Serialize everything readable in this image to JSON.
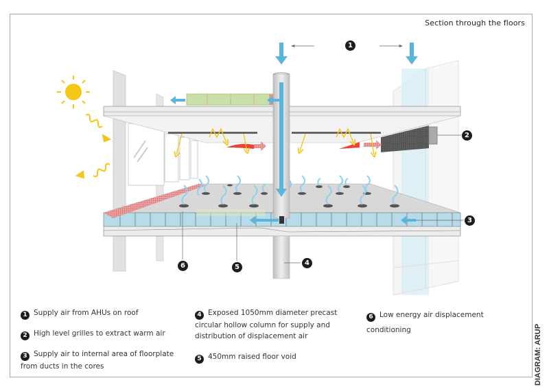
{
  "title": "Section through the floors",
  "credit": "DIAGRAM: ARUP",
  "callouts": [
    "1",
    "2",
    "3",
    "4",
    "5",
    "6"
  ],
  "legend": [
    {
      "num": "1",
      "text": "Supply air from AHUs on roof"
    },
    {
      "num": "2",
      "text": "High level grilles to extract warm air"
    },
    {
      "num": "3",
      "text": "Supply air to internal area of floorplate from ducts in the cores"
    },
    {
      "num": "4",
      "text": "Exposed 1050mm diameter precast circular hollow column for supply and distribution of displacement air"
    },
    {
      "num": "5",
      "text": "450mm raised floor void"
    },
    {
      "num": "6",
      "text": "Low energy air displacement conditioning"
    }
  ],
  "colors": {
    "supply_air": "#5ab4dc",
    "warm_air": "#e8463c",
    "sun": "#f5c518",
    "duct_green": "#c8e0a8",
    "glass": "#d8eef5",
    "structure": "#e2e2e2"
  }
}
